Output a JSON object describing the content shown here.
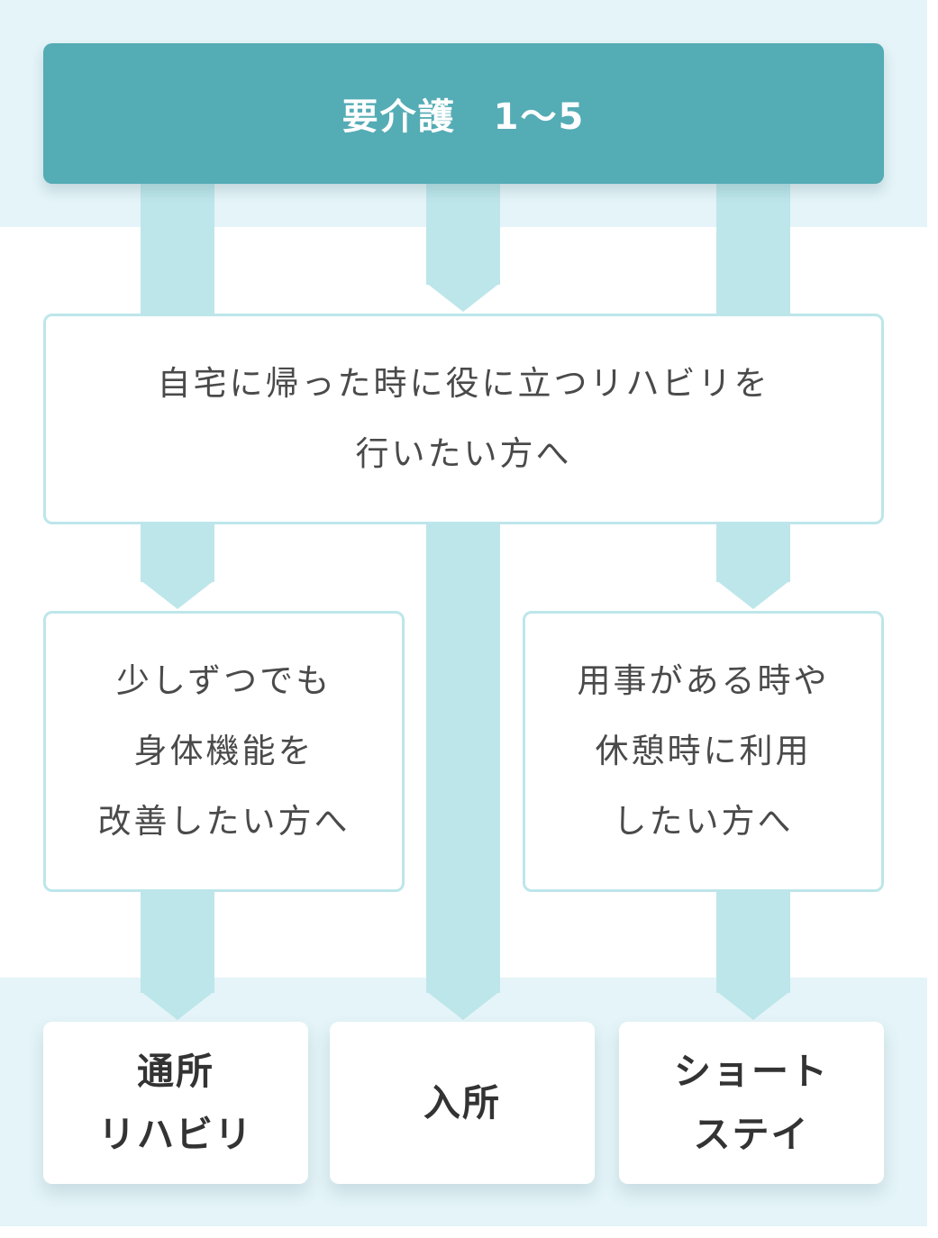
{
  "colors": {
    "background": "#ffffff",
    "band": "#e4f4f8",
    "header": "#54acb5",
    "connector": "#bde6ea",
    "box_border": "#bde6ea",
    "text_main": "#4a4a4a",
    "text_card": "#333333"
  },
  "header": {
    "title": "要介護　1〜5"
  },
  "intermediate": {
    "home_rehab": {
      "lines": [
        "自宅に帰った時に役に立つリハビリを",
        "行いたい方へ"
      ]
    },
    "improve_function": {
      "lines": [
        "少しずつでも",
        "身体機能を",
        "改善したい方へ"
      ]
    },
    "errand_rest": {
      "lines": [
        "用事がある時や",
        "休憩時に利用",
        "したい方へ"
      ]
    }
  },
  "services": [
    {
      "lines": [
        "通所",
        "リハビリ"
      ]
    },
    {
      "lines": [
        "入所"
      ]
    },
    {
      "lines": [
        "ショート",
        "ステイ"
      ]
    }
  ]
}
